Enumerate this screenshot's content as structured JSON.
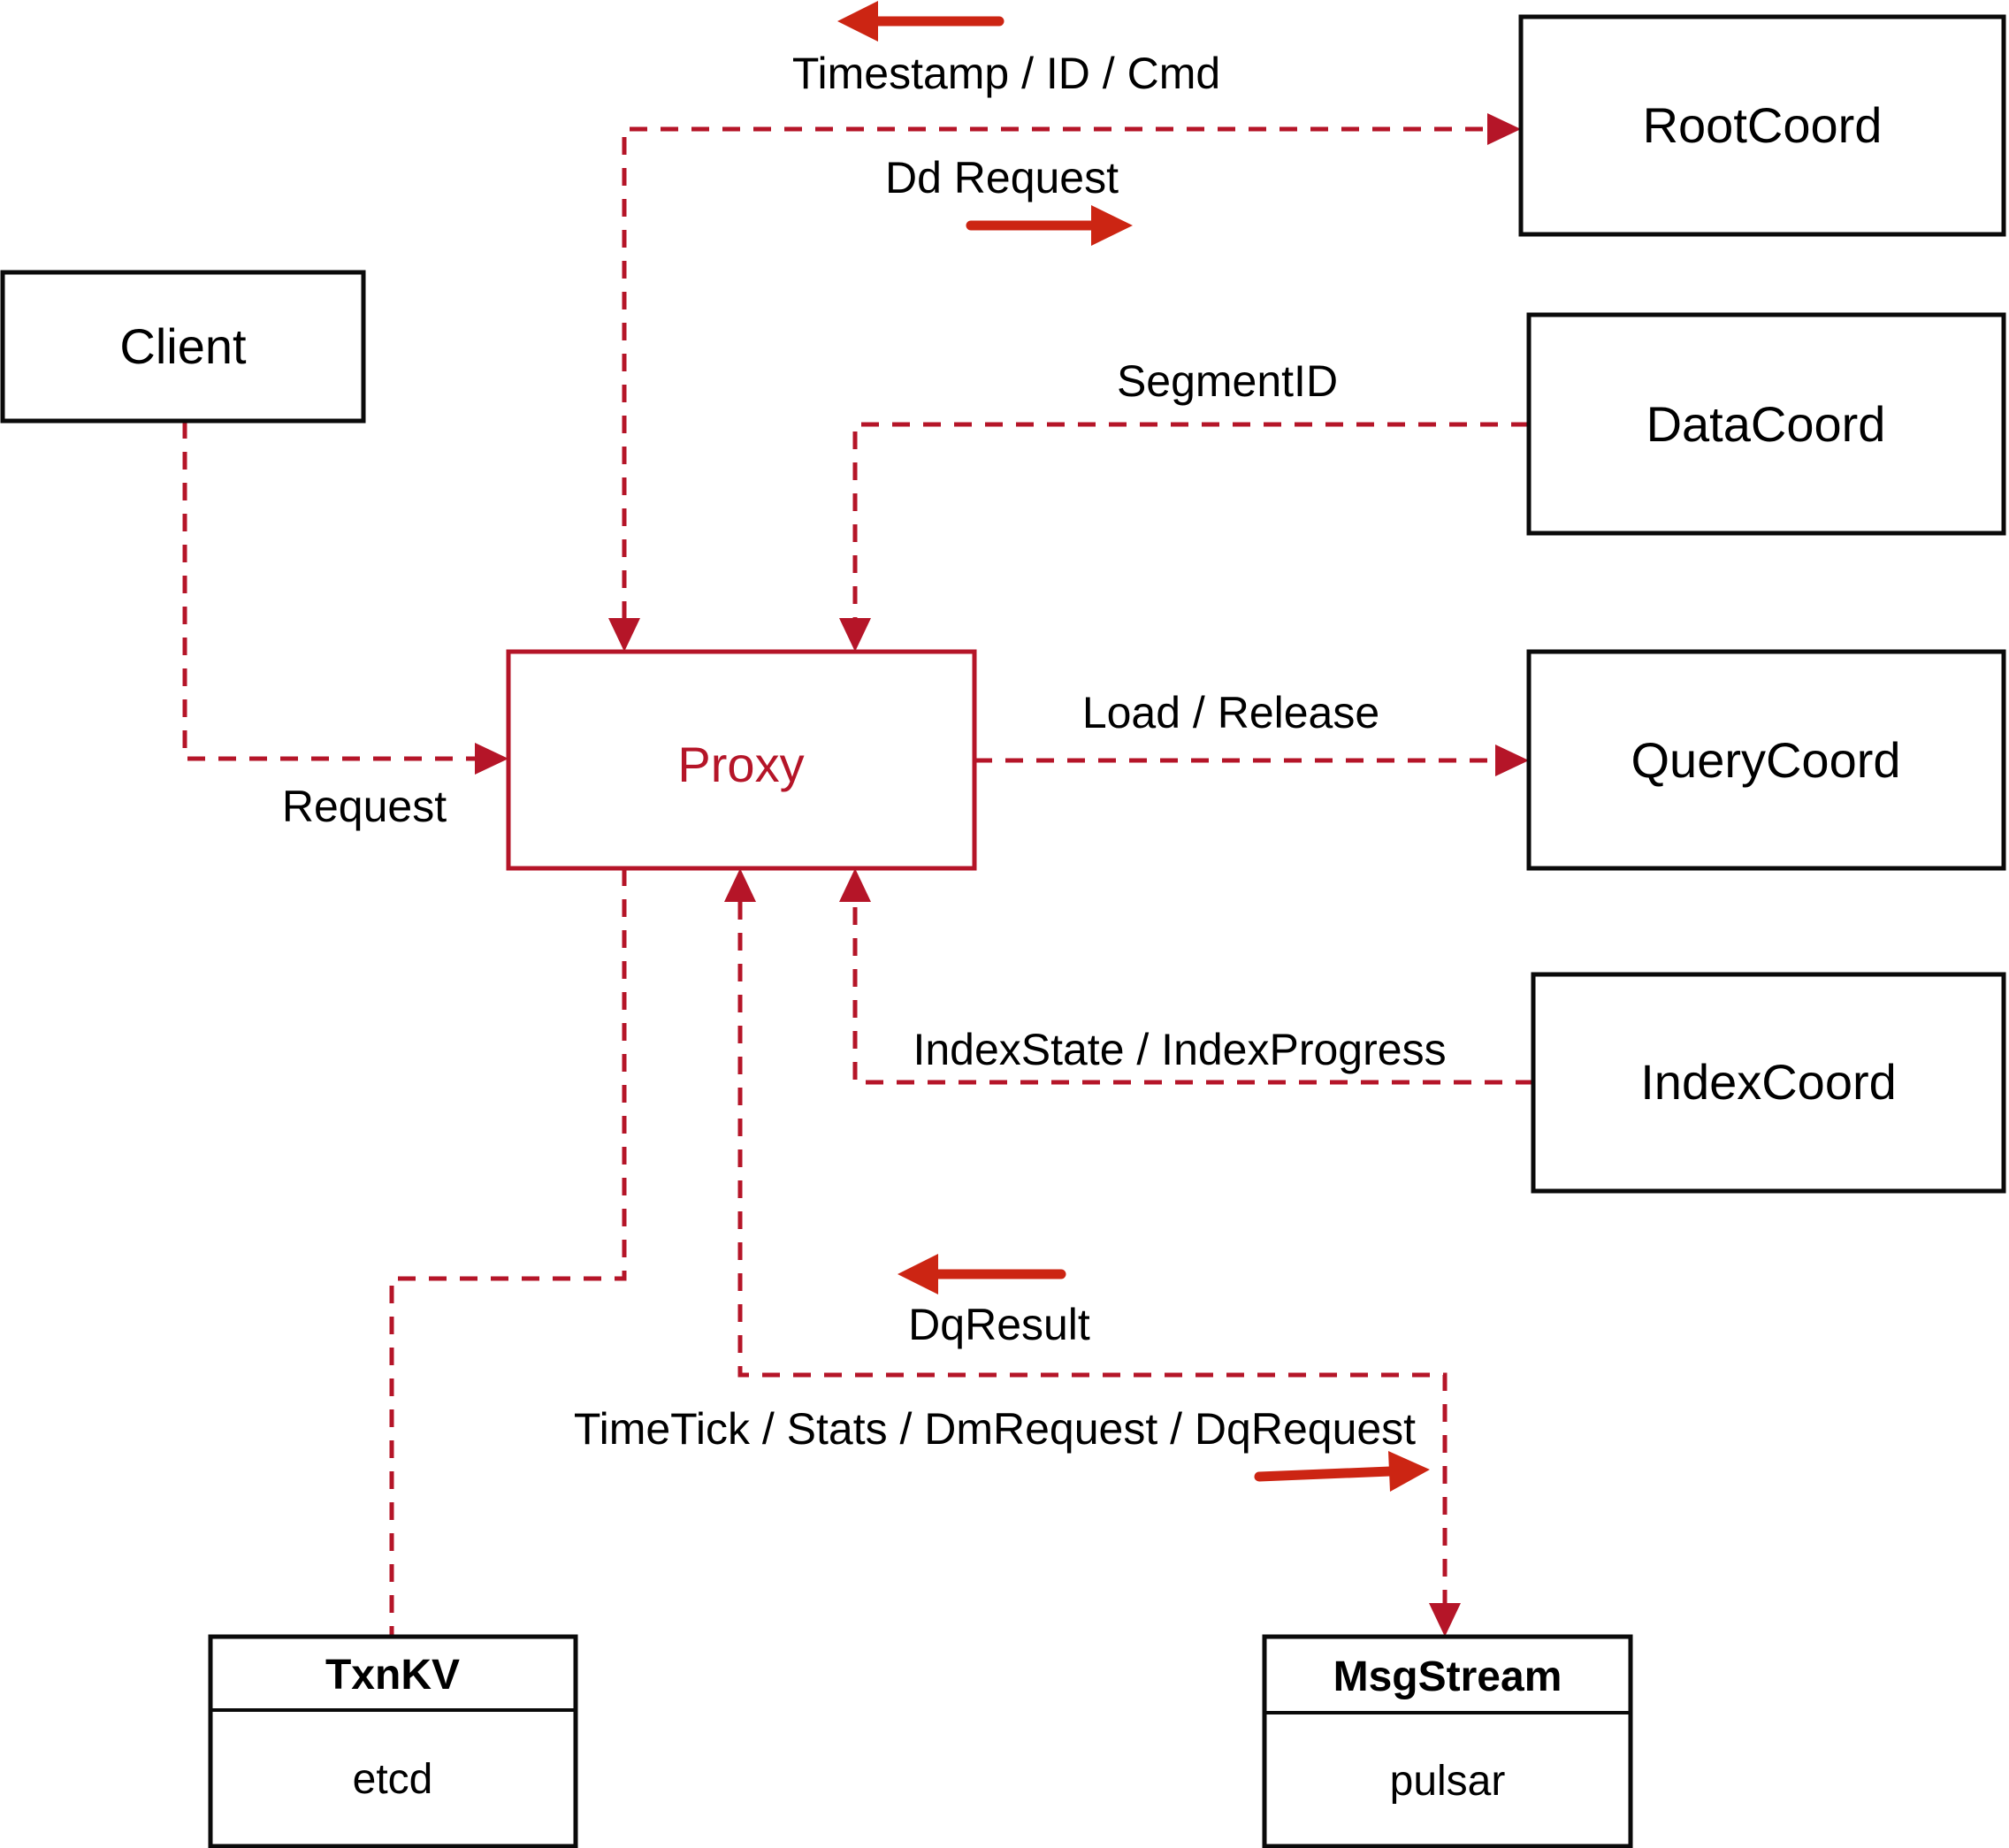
{
  "nodes": {
    "client": {
      "label": "Client"
    },
    "root_coord": {
      "label": "RootCoord"
    },
    "data_coord": {
      "label": "DataCoord"
    },
    "query_coord": {
      "label": "QueryCoord"
    },
    "index_coord": {
      "label": "IndexCoord"
    },
    "proxy": {
      "label": "Proxy"
    },
    "txn_kv": {
      "title": "TxnKV",
      "impl": "etcd"
    },
    "msg_stream": {
      "title": "MsgStream",
      "impl": "pulsar"
    }
  },
  "edges": {
    "proxy_rootcoord": {
      "up_label": "Timestamp / ID / Cmd",
      "down_label": "Dd Request"
    },
    "datacoord_proxy": {
      "label": "SegmentID"
    },
    "proxy_querycoord": {
      "label": "Load / Release"
    },
    "indexcoord_proxy": {
      "label": "IndexState / IndexProgress"
    },
    "client_proxy": {
      "label": "Request"
    },
    "proxy_msgstream": {
      "up_label": "DqResult",
      "down_label": "TimeTick / Stats / DmRequest / DqRequest"
    }
  },
  "colors": {
    "dashed_line": "#b51528",
    "solid_arrow": "#cc2513",
    "proxy_accent": "#b51528",
    "node_border": "#0a0a0a",
    "label_text": "#000000",
    "background": "#ffffff"
  }
}
